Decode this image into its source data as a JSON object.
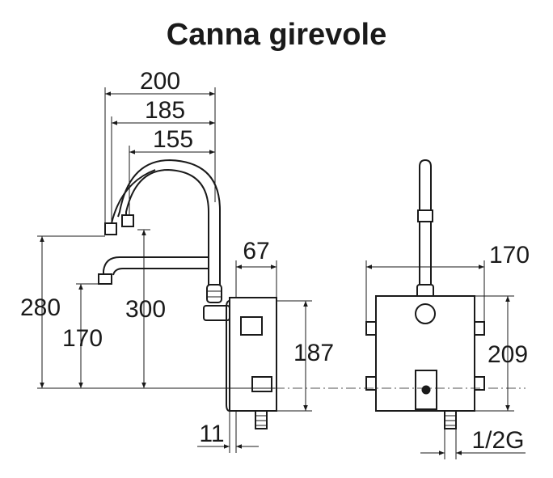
{
  "title": "Canna girevole",
  "dimensions": {
    "d200": "200",
    "d185": "185",
    "d155": "155",
    "d67": "67",
    "d170_top": "170",
    "d280": "280",
    "d170_left": "170",
    "d300": "300",
    "d187": "187",
    "d209": "209",
    "d11": "11",
    "d12G": "1/2G"
  }
}
